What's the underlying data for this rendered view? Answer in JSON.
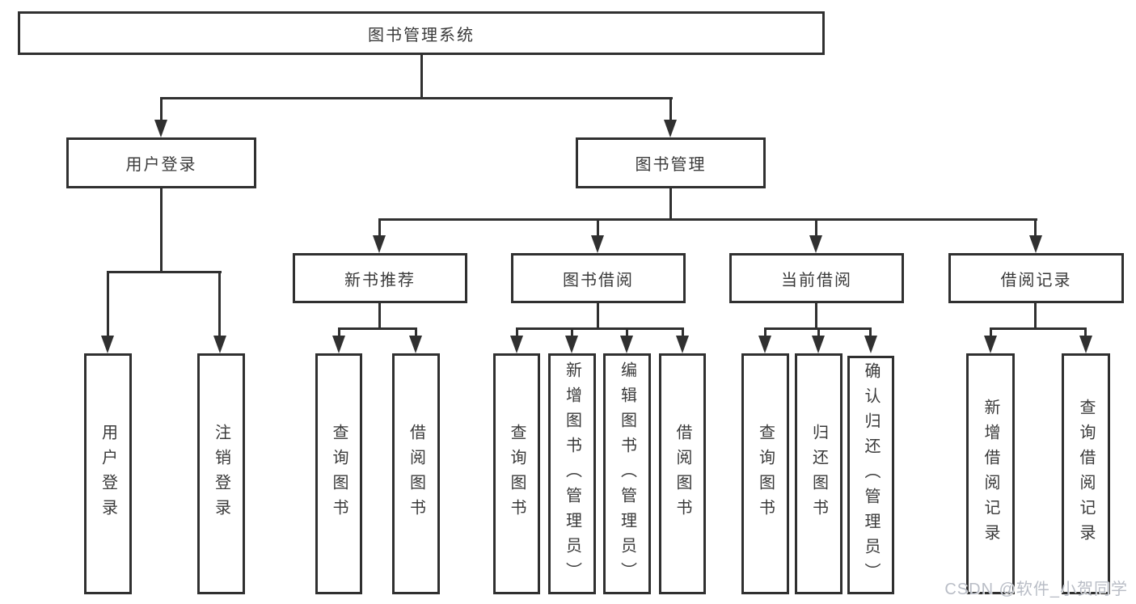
{
  "root": {
    "label": "图书管理系统"
  },
  "branches": [
    {
      "label": "用户登录",
      "children": [
        {
          "label": "用户登录"
        },
        {
          "label": "注销登录"
        }
      ]
    },
    {
      "label": "图书管理",
      "children": [
        {
          "label": "新书推荐",
          "children": [
            {
              "label": "查询图书"
            },
            {
              "label": "借阅图书"
            }
          ]
        },
        {
          "label": "图书借阅",
          "children": [
            {
              "label": "查询图书"
            },
            {
              "label": "新增图书（管理员）"
            },
            {
              "label": "编辑图书（管理员）"
            },
            {
              "label": "借阅图书"
            }
          ]
        },
        {
          "label": "当前借阅",
          "children": [
            {
              "label": "查询图书"
            },
            {
              "label": "归还图书"
            },
            {
              "label": "确认归还（管理员）"
            }
          ]
        },
        {
          "label": "借阅记录",
          "children": [
            {
              "label": "新增借阅记录"
            },
            {
              "label": "查询借阅记录"
            }
          ]
        }
      ]
    }
  ],
  "watermark": {
    "text": "CSDN @软件_小贺同学"
  },
  "colors": {
    "line": "#303030",
    "text": "#3a3a3a",
    "background": "#ffffff",
    "watermark": "#b9bdc6"
  }
}
